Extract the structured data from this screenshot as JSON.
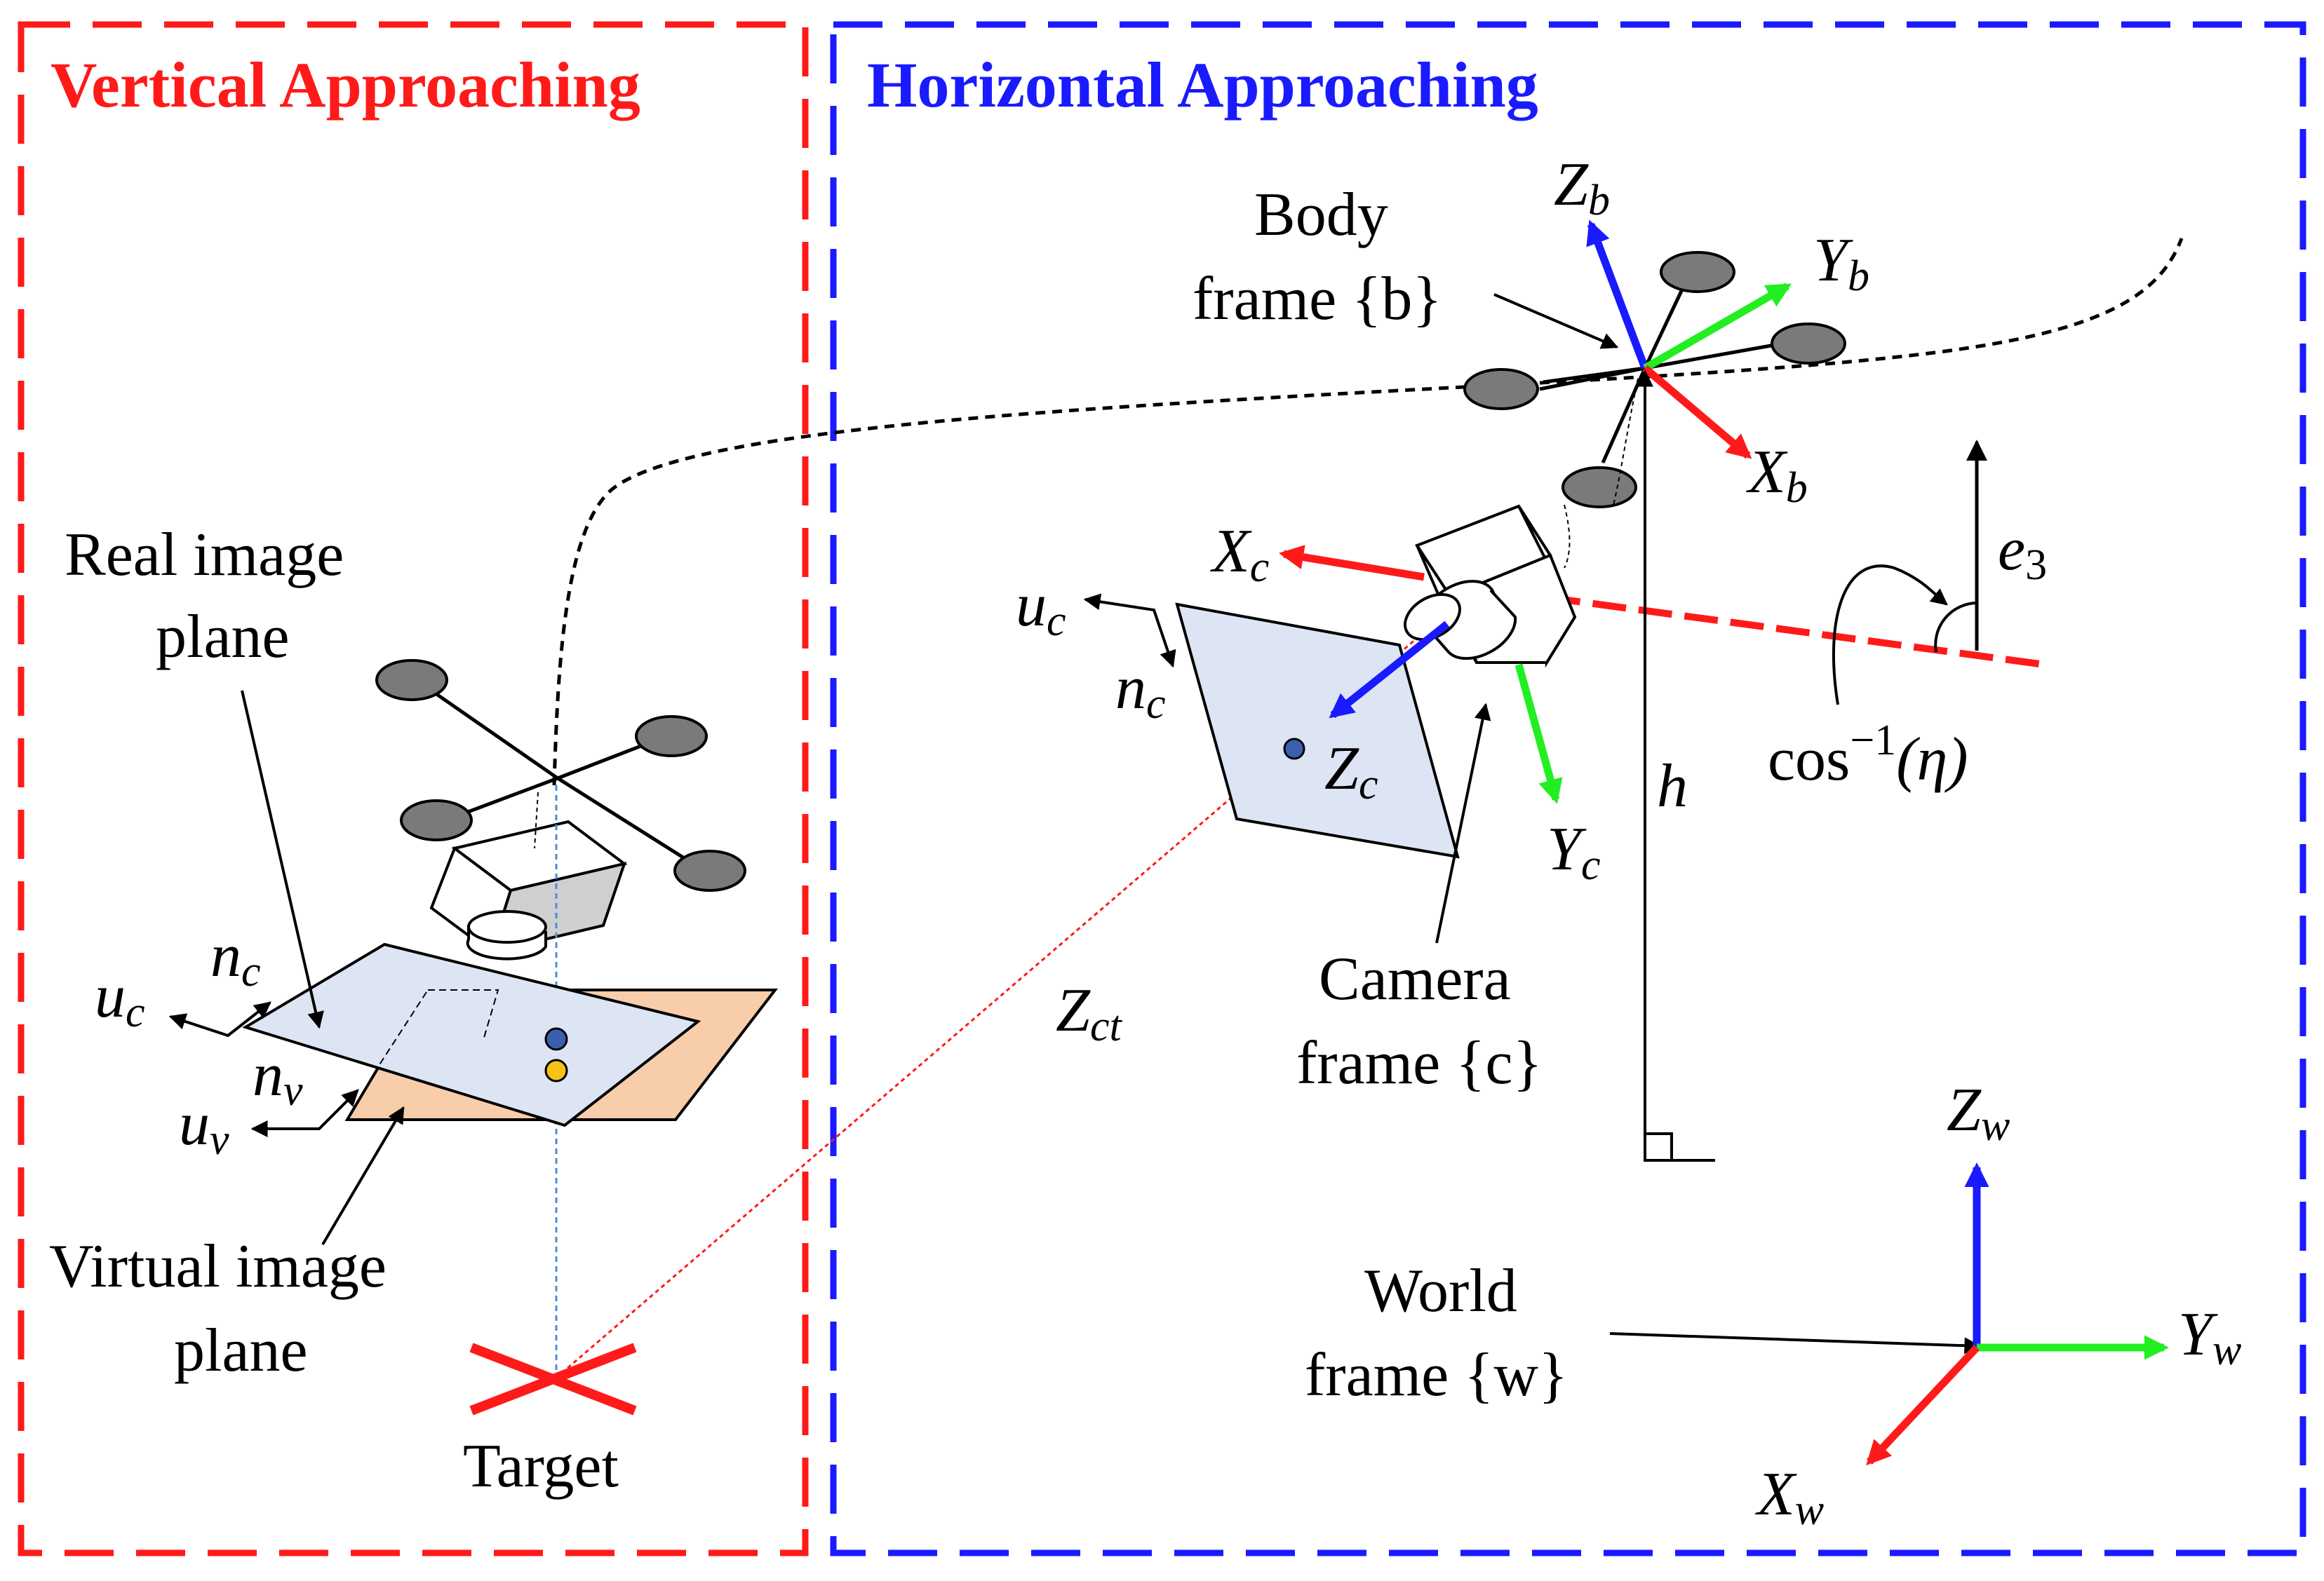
{
  "sections": {
    "vertical": {
      "title": "Vertical Approaching",
      "color": "#ff1a1a"
    },
    "horizontal": {
      "title": "Horizontal Approaching",
      "color": "#1a1aff"
    }
  },
  "labels": {
    "real_image_plane": [
      "Real image",
      "plane"
    ],
    "virtual_image_plane": [
      "Virtual image",
      "plane"
    ],
    "target": "Target",
    "body_frame": [
      "Body",
      "frame {b}"
    ],
    "camera_frame": [
      "Camera",
      "frame {c}"
    ],
    "world_frame": [
      "World",
      "frame {w}"
    ],
    "Zct": "Z",
    "Zct_sub": "ct",
    "h": "h",
    "cos_eta": "cos",
    "cos_eta_sup": "−1",
    "cos_eta_arg": "(η)",
    "e3": "e",
    "e3_sub": "3"
  },
  "axes": {
    "body": {
      "Z": [
        "Z",
        "b"
      ],
      "Y": [
        "Y",
        "b"
      ],
      "X": [
        "X",
        "b"
      ]
    },
    "camera": {
      "X": [
        "X",
        "c"
      ],
      "Y": [
        "Y",
        "c"
      ],
      "Z": [
        "Z",
        "c"
      ],
      "u": [
        "u",
        "c"
      ],
      "n": [
        "n",
        "c"
      ]
    },
    "vertical": {
      "n_c": [
        "n",
        "c"
      ],
      "u_c": [
        "u",
        "c"
      ],
      "n_v": [
        "n",
        "v"
      ],
      "u_v": [
        "u",
        "v"
      ]
    },
    "world": {
      "Z": [
        "Z",
        "w"
      ],
      "Y": [
        "Y",
        "w"
      ],
      "X": [
        "X",
        "w"
      ]
    }
  },
  "colors": {
    "x_axis": "#ff1a1a",
    "y_axis": "#22ee22",
    "z_axis": "#1a1aff",
    "image_plane": "#dde5f4",
    "virtual_plane": "#f7cdaa",
    "rotor": "#7a7a7a",
    "blue_dot": "#3b5fae",
    "yellow_dot": "#f6c218"
  }
}
